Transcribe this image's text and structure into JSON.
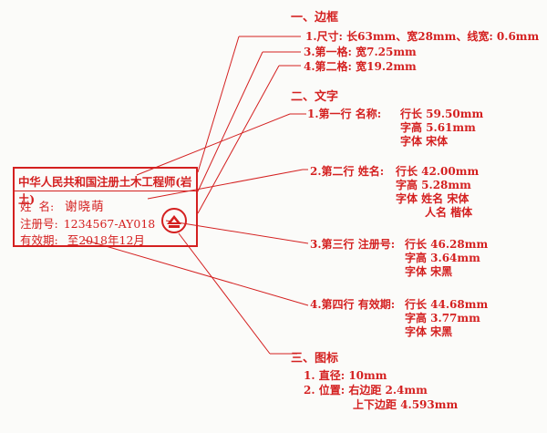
{
  "stamp": {
    "title": "中华人民共和国注册土木工程师(岩土)",
    "name_label": "姓  名:",
    "name_value": "谢晓萌",
    "reg_label": "注册号:",
    "reg_value": "1234567-AY018",
    "valid_label": "有效期:",
    "valid_value": "至2018年12月"
  },
  "frame_section": {
    "heading": "一、边框",
    "item1": "1.尺寸: 长63mm、宽28mm、线宽: 0.6mm",
    "item2": "3.第一格: 宽7.25mm",
    "item3": "4.第二格: 宽19.2mm"
  },
  "text_section": {
    "heading": "二、文字",
    "row1": {
      "label": "1.第一行 名称:",
      "lines": [
        "行长 59.50mm",
        "字高 5.61mm",
        "字体 宋体"
      ]
    },
    "row2": {
      "label": "2.第二行 姓名:",
      "lines": [
        "行长 42.00mm",
        "字高 5.28mm",
        "字体 姓名 宋体",
        "人名 楷体"
      ]
    },
    "row3": {
      "label": "3.第三行 注册号:",
      "lines": [
        "行长 46.28mm",
        "字高 3.64mm",
        "字体 宋黑"
      ]
    },
    "row4": {
      "label": "4.第四行 有效期:",
      "lines": [
        "行长 44.68mm",
        "字高 3.77mm",
        "字体 宋黑"
      ]
    }
  },
  "icon_section": {
    "heading": "三、图标",
    "item1": "1. 直径: 10mm",
    "item2": "2. 位置: 右边距 2.4mm",
    "item2b": "上下边距 4.593mm"
  }
}
